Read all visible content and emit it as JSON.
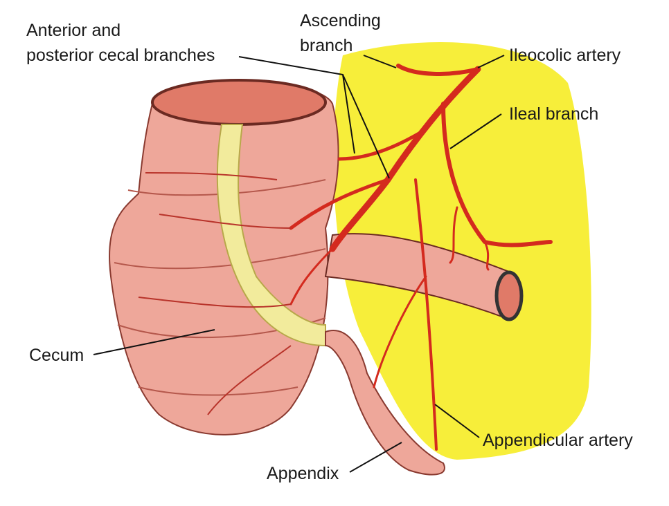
{
  "title": "Blood supply of the cecum and appendix",
  "labels": {
    "cecal_branches_line1": "Anterior and",
    "cecal_branches_line2": "posterior cecal branches",
    "ascending_line1": "Ascending",
    "ascending_line2": "branch",
    "ileocolic": "Ileocolic artery",
    "ileal": "Ileal branch",
    "cecum": "Cecum",
    "appendicular": "Appendicular artery",
    "appendix": "Appendix"
  },
  "colors": {
    "mesentery": "#f7ee3a",
    "bowel": "#eea79a",
    "artery": "#d42a1e",
    "taenia": "#f2eb9c"
  }
}
